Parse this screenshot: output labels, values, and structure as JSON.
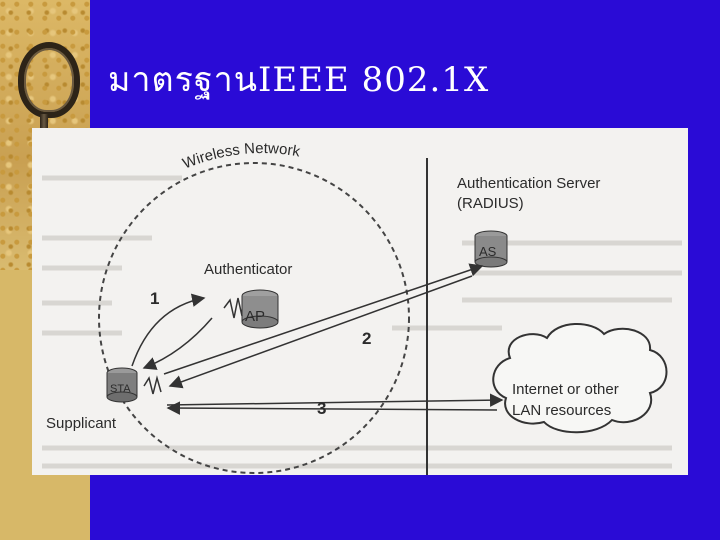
{
  "slide": {
    "title": "มาตรฐานIEEE 802.1X"
  },
  "diagram": {
    "wireless_network_label": "Wireless Network",
    "authentication_server_label": "Authentication Server",
    "radius_label": "(RADIUS)",
    "as_node_label": "AS",
    "authenticator_label": "Authenticator",
    "ap_node_label": "AP",
    "supplicant_label": "Supplicant",
    "sta_node_label": "STA",
    "internet_label_line1": "Internet or other",
    "internet_label_line2": "LAN resources",
    "step_1": "1",
    "step_2": "2",
    "step_3": "3"
  }
}
